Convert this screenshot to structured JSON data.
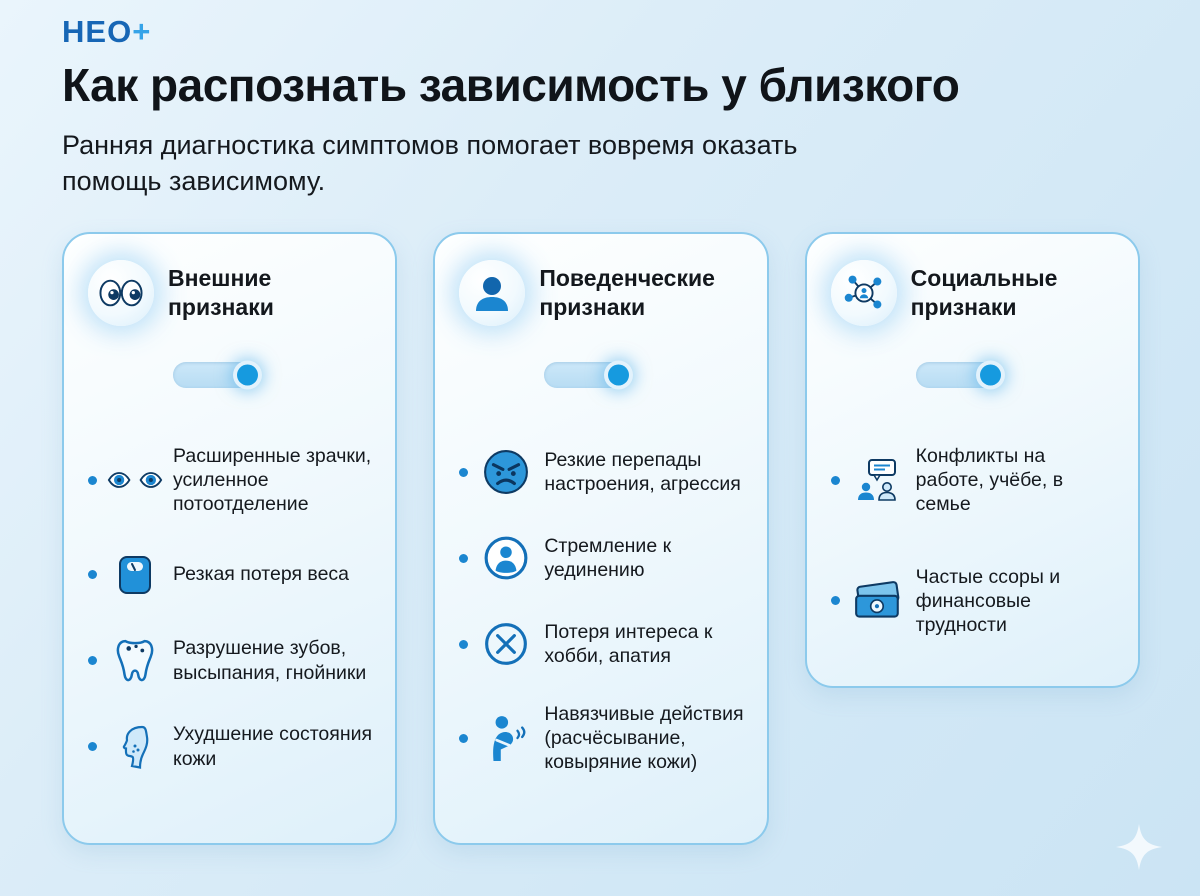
{
  "page": {
    "logo_neo": "НЕО",
    "logo_plus": "+",
    "title": "Как распознать зависимость у близкого",
    "subtitle": "Ранняя диагностика симптомов помогает вовремя оказать\nпомощь зависимому."
  },
  "colors": {
    "accent_blue": "#1b86d0",
    "navy": "#0e3a63",
    "background": "#d7ebf8",
    "card_border": "#8ccaec",
    "toggle_knob": "#169adf"
  },
  "cards": [
    {
      "title": "Внешние признаки",
      "header_icon": "eyes-icon",
      "toggle_on": true,
      "items": [
        {
          "icon": "dilated-pupils-icon",
          "text": "Расширенные зрачки, усиленное потоотделение"
        },
        {
          "icon": "weight-scale-icon",
          "text": "Резкая потеря веса"
        },
        {
          "icon": "tooth-icon",
          "text": "Разрушение зубов, высыпания, гнойники"
        },
        {
          "icon": "face-skin-icon",
          "text": "Ухудшение состояния кожи"
        }
      ]
    },
    {
      "title": "Поведенческие признаки",
      "header_icon": "person-icon",
      "toggle_on": true,
      "items": [
        {
          "icon": "angry-face-icon",
          "text": "Резкие перепады настроения, агрессия"
        },
        {
          "icon": "solitude-person-icon",
          "text": "Стремление к уединению"
        },
        {
          "icon": "no-interest-icon",
          "text": "Потеря интереса к хобби, апатия"
        },
        {
          "icon": "scratching-icon",
          "text": "Навязчивые действия (расчёсывание, ковыряние кожи)"
        }
      ]
    },
    {
      "title": "Социальные признаки",
      "header_icon": "social-network-icon",
      "toggle_on": true,
      "items": [
        {
          "icon": "conflict-people-icon",
          "text": "Конфликты на работе, учёбе, в семье"
        },
        {
          "icon": "money-icon",
          "text": "Частые ссоры и финансовые трудности"
        }
      ]
    }
  ]
}
